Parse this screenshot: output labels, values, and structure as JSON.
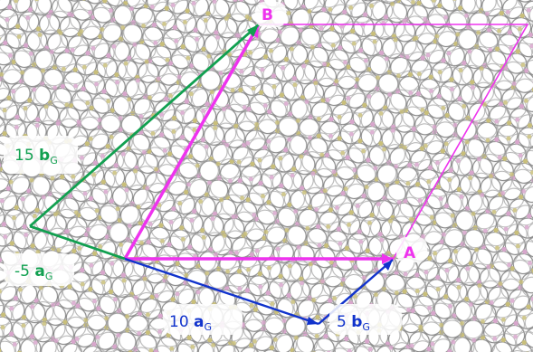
{
  "labels": {
    "point_a": "A",
    "point_b": "B",
    "vec_15b_coef": "15 ",
    "vec_15b_sym": "b",
    "vec_15b_sub": "G",
    "vec_m5a_coef": "-5 ",
    "vec_m5a_sym": "a",
    "vec_m5a_sub": "G",
    "vec_10a_coef": "10 ",
    "vec_10a_sym": "a",
    "vec_10a_sub": "G",
    "vec_5b_coef": "5 ",
    "vec_5b_sym": "b",
    "vec_5b_sub": "G"
  },
  "colors": {
    "magenta": "#ee33ee",
    "green": "#11a050",
    "blue": "#1133cc",
    "lattice_stroke": "#8a8a8a",
    "atom_pink": "#d8a6cc",
    "atom_olive": "#c9bf7a",
    "background": "#f7f7f7"
  }
}
